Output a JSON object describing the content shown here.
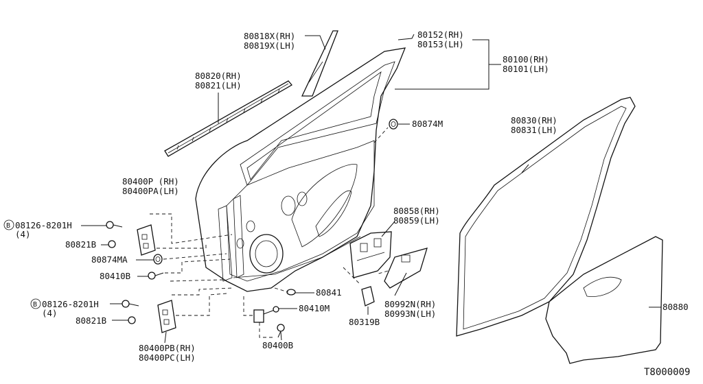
{
  "labels": {
    "l80818": "80818X(RH)",
    "l80819": "80819X(LH)",
    "l80152": "80152(RH)",
    "l80153": "80153(LH)",
    "l80100": "80100(RH)",
    "l80101": "80101(LH)",
    "l80820": "80820(RH)",
    "l80821": "80821(LH)",
    "l80874m": "80874M",
    "l80830": "80830(RH)",
    "l80831": "80831(LH)",
    "l80400p": "80400P (RH)",
    "l80400pa": "80400PA(LH)",
    "bolt1": "08126-8201H",
    "bolt1qty": "(4)",
    "l80821b1": "80821B",
    "l80874ma": "80874MA",
    "l80410b": "80410B",
    "l80858": "80858(RH)",
    "l80859": "80859(LH)",
    "l80841": "80841",
    "bolt2": "08126-8201H",
    "bolt2qty": "(4)",
    "l80821b2": "80821B",
    "l80410m": "80410M",
    "l80992n": "80992N(RH)",
    "l80993n": "80993N(LH)",
    "l80319b": "80319B",
    "l80880": "80880",
    "l80400pb": "80400PB(RH)",
    "l80400pc": "80400PC(LH)",
    "l80400b": "80400B",
    "circle_b1": "B",
    "circle_b2": "B",
    "diagram_code": "T8000009"
  }
}
